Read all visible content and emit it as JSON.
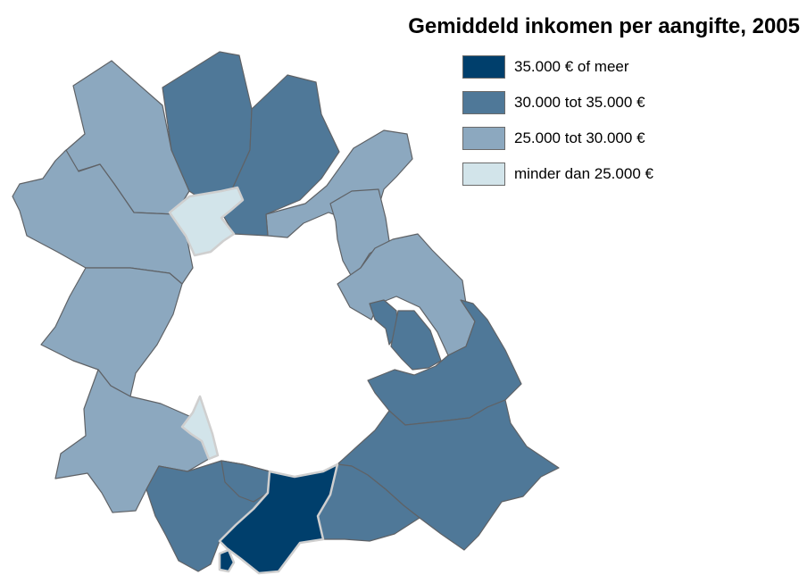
{
  "title": "Gemiddeld inkomen per aangifte, 2005",
  "colors": {
    "class_1": "#003f6c",
    "class_2": "#4f7898",
    "class_3": "#8ca8bf",
    "class_4": "#d2e4ea",
    "border_dark": "#5f6266",
    "border_light": "#cfcfcf"
  },
  "legend": [
    {
      "label": "35.000 € of meer",
      "color": "#003f6c"
    },
    {
      "label": "30.000 tot 35.000 €",
      "color": "#4f7898"
    },
    {
      "label": "25.000 tot 30.000 €",
      "color": "#8ca8bf"
    },
    {
      "label": "minder dan 25.000 €",
      "color": "#d2e4ea"
    }
  ]
}
